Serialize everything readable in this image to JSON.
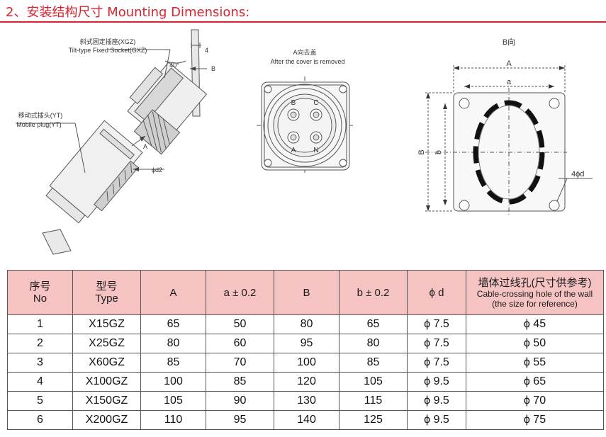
{
  "title": "2、安装结构尺寸 Mounting Dimensions:",
  "left_figure": {
    "socket_label_cn": "斜式固定插座(XGZ)",
    "socket_label_en": "Tilt-type Fixed Socket(GXZ)",
    "plug_label_cn": "移动式插头(YT)",
    "plug_label_en": "Mobile plug(YT)",
    "angle": "40°",
    "dim_4": "4",
    "arrow_b": "B",
    "arrow_a": "A",
    "dim_d2": "ϕd2"
  },
  "middle_figure": {
    "title_cn": "A向去盖",
    "title_en": "After the cover is removed",
    "pins": [
      "B",
      "C",
      "A",
      "N"
    ]
  },
  "right_figure": {
    "title": "B向",
    "dim_A": "A",
    "dim_a": "a",
    "dim_B": "B",
    "dim_b": "b",
    "dim_holes": "4ϕd"
  },
  "table": {
    "headers": {
      "no_cn": "序号",
      "no_en": "No",
      "type_cn": "型号",
      "type_en": "Type",
      "A": "A",
      "a": "a ± 0.2",
      "B": "B",
      "b": "b ± 0.2",
      "d": "ϕ d",
      "hole_cn": "墙体过线孔(尺寸供参考)",
      "hole_en1": "Cable-crossing hole of the wall",
      "hole_en2": "(the size for reference)"
    },
    "rows": [
      {
        "no": "1",
        "type": "X15GZ",
        "A": "65",
        "a": "50",
        "B": "80",
        "b": "65",
        "d": "ϕ 7.5",
        "hole": "ϕ 45"
      },
      {
        "no": "2",
        "type": "X25GZ",
        "A": "80",
        "a": "60",
        "B": "95",
        "b": "80",
        "d": "ϕ 7.5",
        "hole": "ϕ 50"
      },
      {
        "no": "3",
        "type": "X60GZ",
        "A": "85",
        "a": "70",
        "B": "100",
        "b": "85",
        "d": "ϕ 7.5",
        "hole": "ϕ 55"
      },
      {
        "no": "4",
        "type": "X100GZ",
        "A": "100",
        "a": "85",
        "B": "120",
        "b": "105",
        "d": "ϕ 9.5",
        "hole": "ϕ 65"
      },
      {
        "no": "5",
        "type": "X150GZ",
        "A": "105",
        "a": "90",
        "B": "130",
        "b": "115",
        "d": "ϕ 9.5",
        "hole": "ϕ 70"
      },
      {
        "no": "6",
        "type": "X200GZ",
        "A": "110",
        "a": "95",
        "B": "140",
        "b": "125",
        "d": "ϕ 9.5",
        "hole": "ϕ 75"
      }
    ]
  }
}
